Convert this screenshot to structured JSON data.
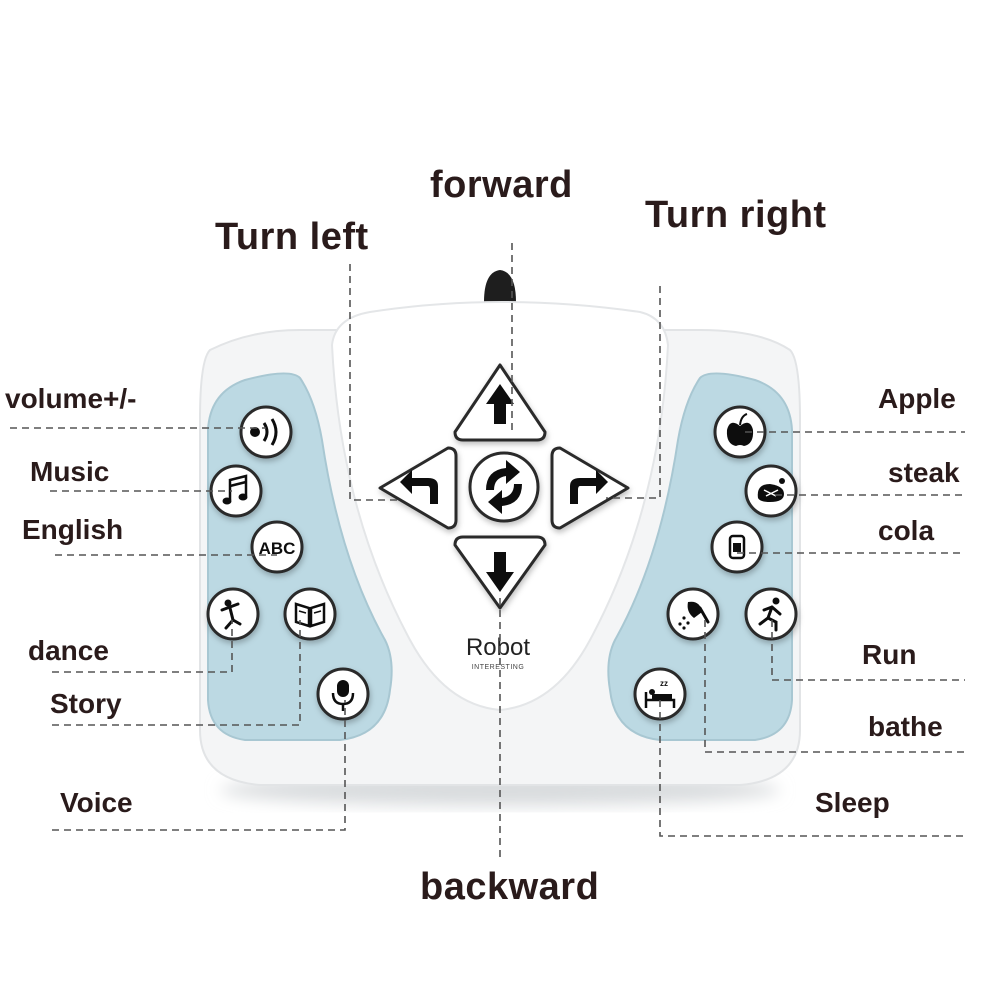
{
  "labels": {
    "forward": "forward",
    "turn_left": "Turn left",
    "turn_right": "Turn right",
    "backward": "backward",
    "volume": "volume+/-",
    "music": "Music",
    "english": "English",
    "dance": "dance",
    "story": "Story",
    "voice": "Voice",
    "apple": "Apple",
    "steak": "steak",
    "cola": "cola",
    "run": "Run",
    "bathe": "bathe",
    "sleep": "Sleep"
  },
  "device": {
    "brand": "Robot",
    "tagline": "INTERESTING",
    "abc_key": "ABC"
  },
  "colors": {
    "panel_blue": "#bcd9e3",
    "shell": "#f6f7f8",
    "button_face": "#ffffff",
    "icon_dark": "#1f1f1f",
    "label_text": "#2a1b1b",
    "leader_line": "#555555"
  }
}
